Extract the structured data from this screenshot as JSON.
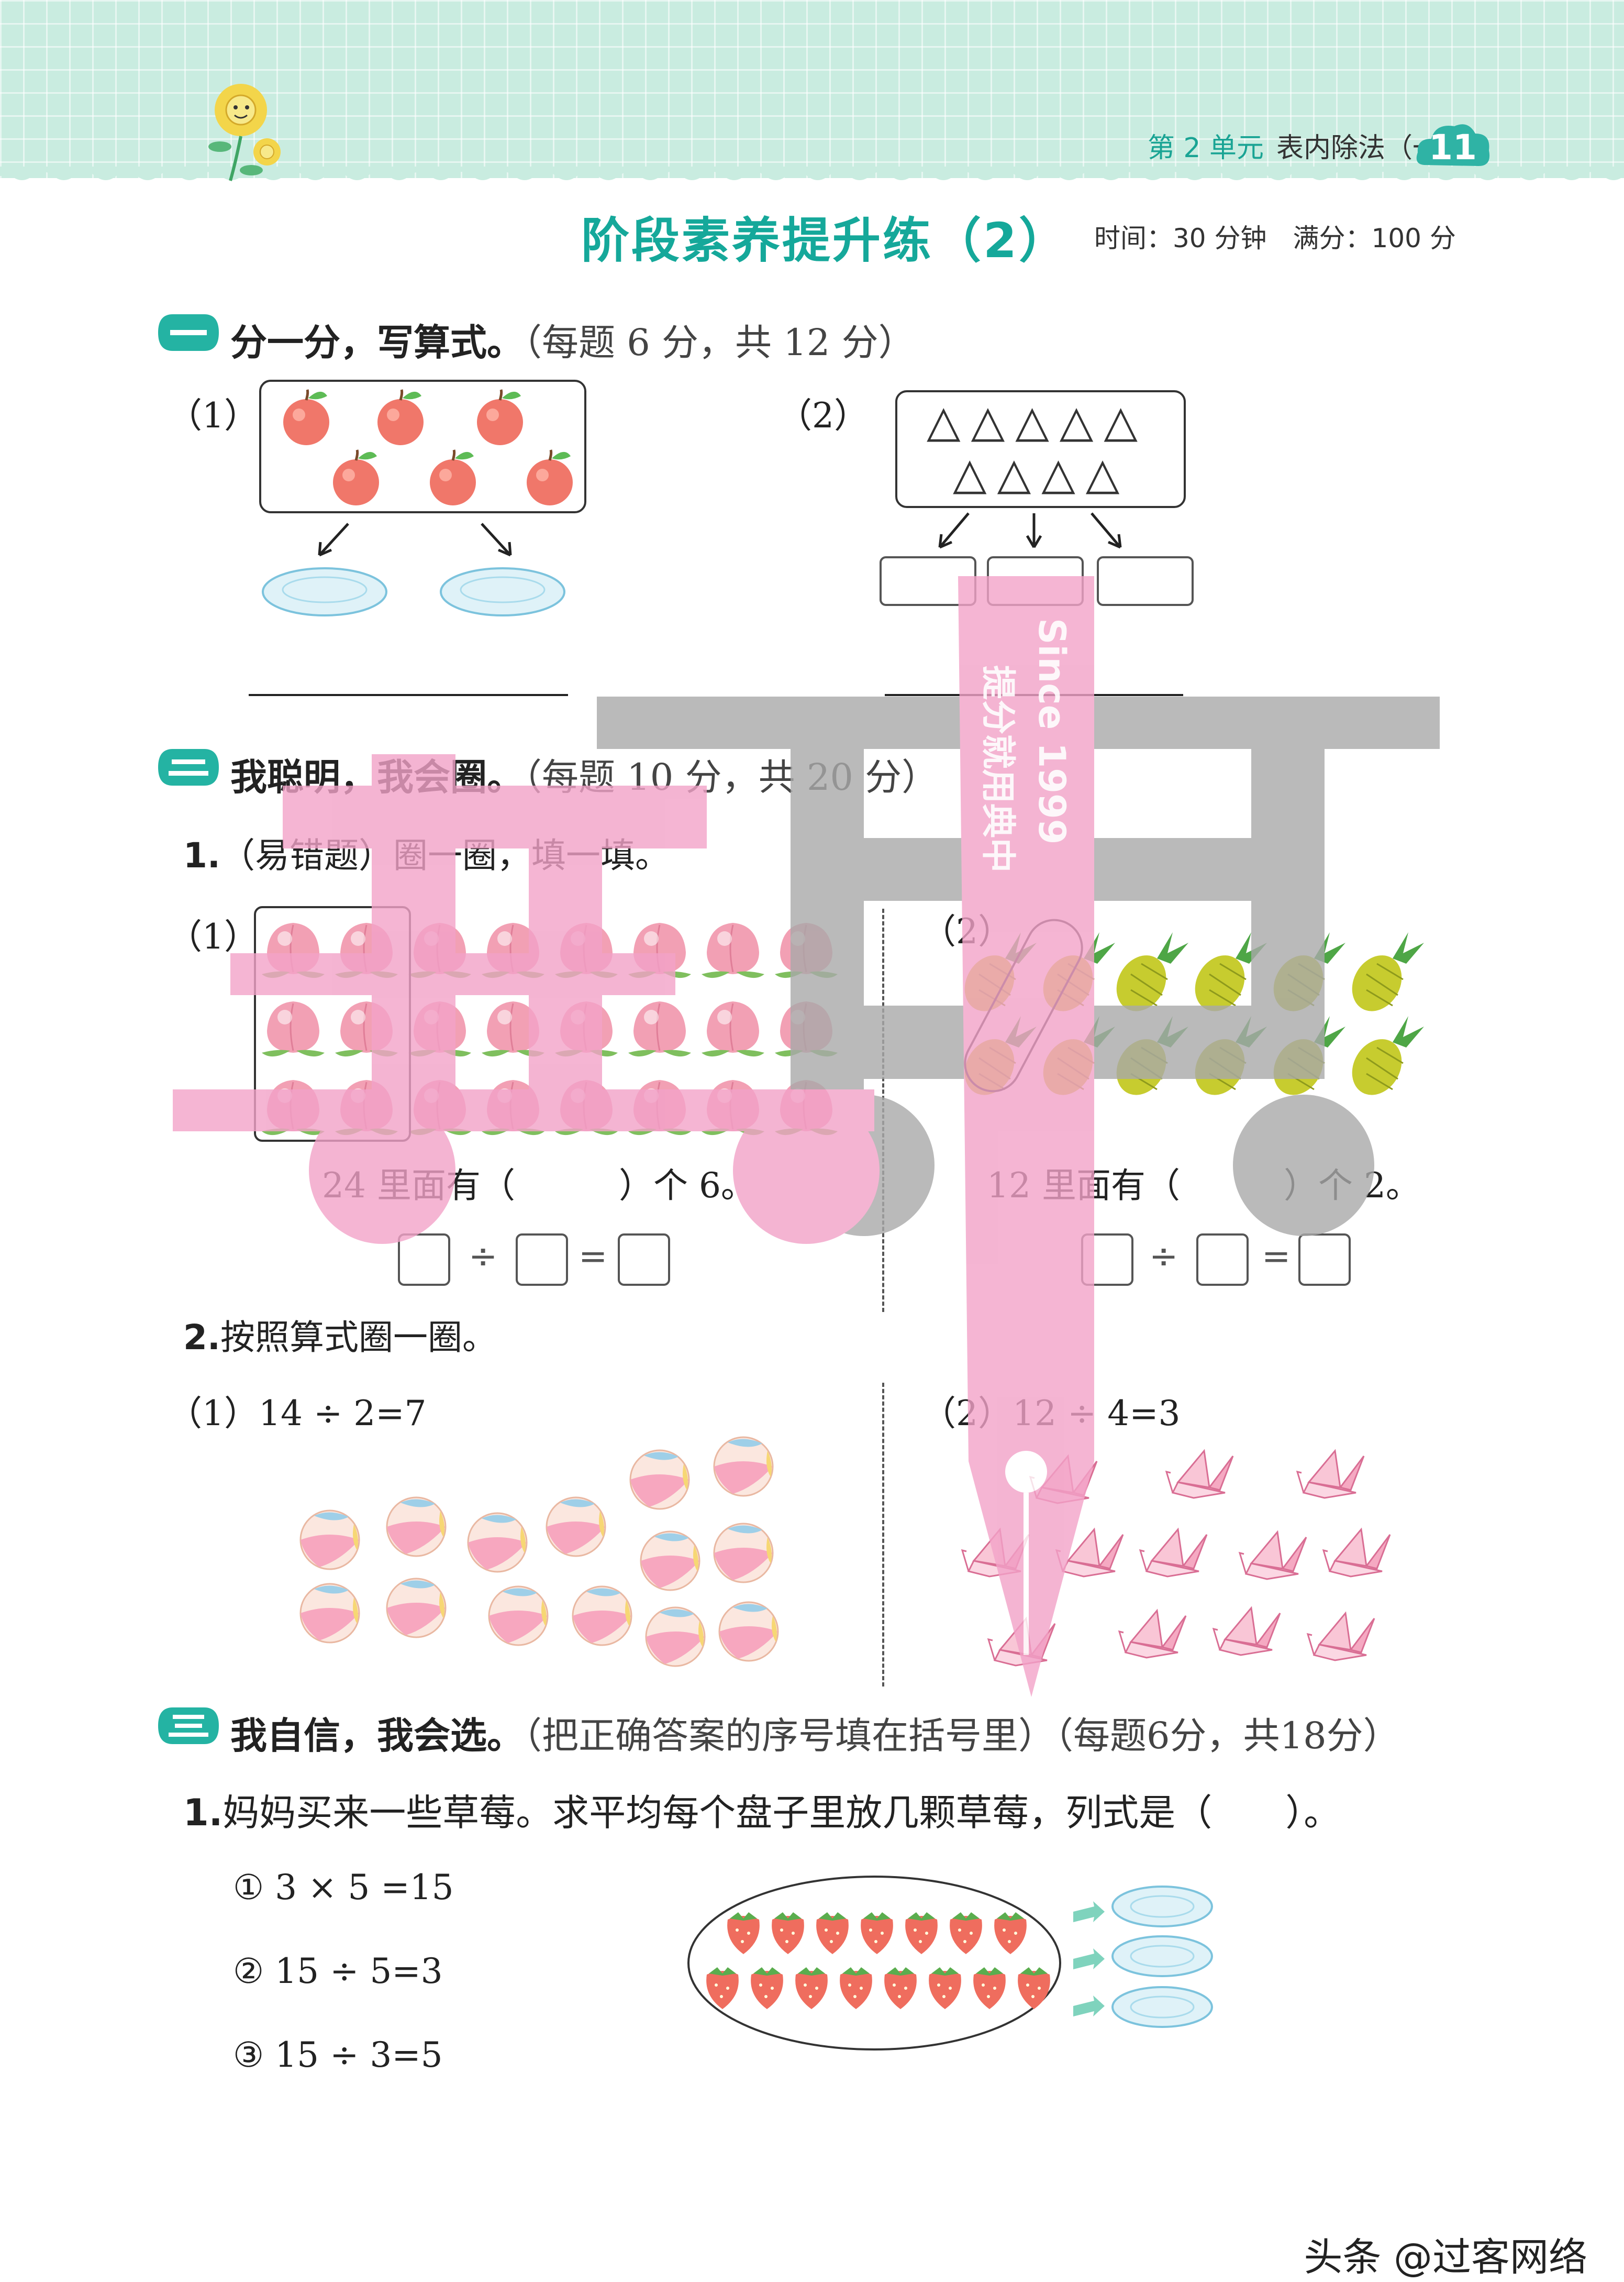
{
  "header": {
    "unit_label": "第 2 单元",
    "unit_title": "表内除法（一）",
    "page_number": "11"
  },
  "title": "阶段素养提升练（2）",
  "meta": "时间：30 分钟　满分：100 分",
  "section1": {
    "title": "分一分，写算式。",
    "note": "（每题 6 分，共 12 分）",
    "q1_label": "（1）",
    "q2_label": "（2）",
    "triangles_row1": "△△△△△",
    "triangles_row2": "△△△△"
  },
  "section2": {
    "title": "我聪明，我会圈。",
    "note": "（每题 10 分，共 20 分）",
    "q1_num": "1.",
    "q1_text": "（易错题）圈一圈，填一填。",
    "q1a_label": "（1）",
    "q1a_text": "24 里面有（　　　）个 6。",
    "q1b_label": "（2）",
    "q1b_text": "12 里面有（　　　）个 2。",
    "div_sign": "÷",
    "eq_sign": "=",
    "q2_num": "2.",
    "q2_text": "按照算式圈一圈。",
    "q2a": "（1）14 ÷ 2=7",
    "q2b": "（2）12 ÷ 4=3"
  },
  "section3": {
    "title": "我自信，我会选。",
    "note": "（把正确答案的序号填在括号里）（每题6分，共18分）",
    "q1_num": "1.",
    "q1_text": "妈妈买来一些草莓。求平均每个盘子里放几颗草莓，列式是（　　）。",
    "options": [
      "① 3 × 5 =15",
      "② 15 ÷ 5=3",
      "③ 15 ÷ 3=5"
    ]
  },
  "watermark": {
    "line1": "Since 1999",
    "line2": "提分就用典中"
  },
  "footer": "头条 @过客网络",
  "colors": {
    "accent": "#15a89a",
    "band": "#c9ece0",
    "watermark_pink": "#f2a2c8",
    "watermark_gray": "#a9a9a9"
  }
}
